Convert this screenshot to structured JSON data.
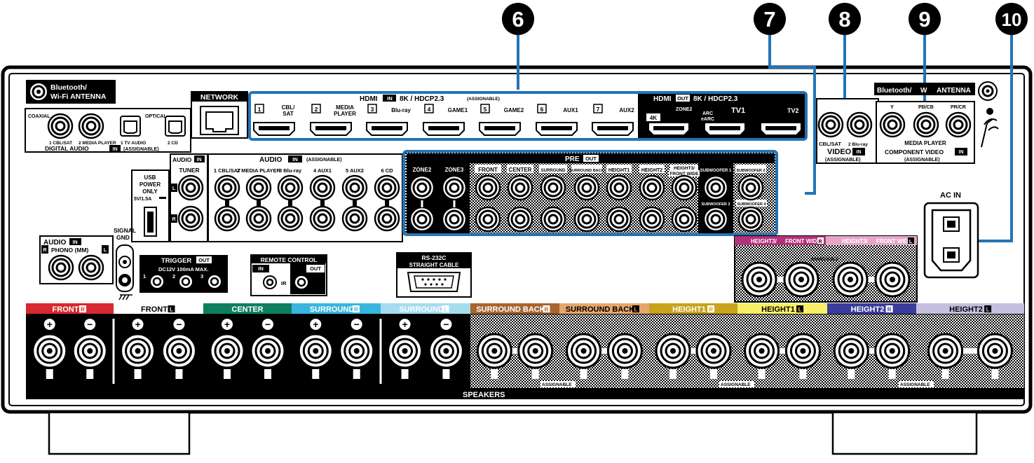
{
  "callouts": {
    "n6": "6",
    "n7": "7",
    "n8": "8",
    "n9": "9",
    "n10": "10"
  },
  "bt_antenna_left": {
    "l1": "Bluetooth/",
    "l2": "Wi-Fi ANTENNA"
  },
  "bt_antenna_right": {
    "a": "Bluetooth/",
    "b": "W",
    "c": "ANTENNA"
  },
  "digital_audio": {
    "coaxial": "COAXIAL",
    "optical": "OPTICAL",
    "labels": [
      "1 CBL/SAT",
      "2 MEDIA PLAYER",
      "1 TV AUDIO",
      "2 CD"
    ],
    "title": "DIGITAL AUDIO",
    "in": "IN",
    "assignable": "(ASSIGNABLE)"
  },
  "network": {
    "label": "NETWORK"
  },
  "hdmi_in": {
    "title": "HDMI",
    "in": "IN",
    "spec": "8K / HDCP2.3",
    "assignable": "(ASSIGNABLE)",
    "ports": [
      {
        "num": "1",
        "l1": "CBL/",
        "l2": "SAT"
      },
      {
        "num": "2",
        "l1": "MEDIA",
        "l2": "PLAYER"
      },
      {
        "num": "3",
        "l1": "Blu-ray",
        "l2": ""
      },
      {
        "num": "4",
        "l1": "GAME1",
        "l2": ""
      },
      {
        "num": "5",
        "l1": "GAME2",
        "l2": ""
      },
      {
        "num": "6",
        "l1": "AUX1",
        "l2": ""
      },
      {
        "num": "7",
        "l1": "AUX2",
        "l2": ""
      }
    ]
  },
  "hdmi_out": {
    "title": "HDMI",
    "out": "OUT",
    "spec": "8K / HDCP2.3",
    "k4": "4K",
    "zone2": "ZONE2",
    "arc": "ARC",
    "earc": "eARC",
    "tv1": "TV1",
    "tv2": "TV2"
  },
  "video_in": {
    "l1": "CBL/SAT",
    "l2": "2 Blu-ray",
    "title": "VIDEO",
    "in": "IN",
    "assignable": "(ASSIGNABLE)"
  },
  "component": {
    "y": "Y",
    "pb": "PB/CB",
    "pr": "PR/CR",
    "player": "MEDIA PLAYER",
    "title": "COMPONENT VIDEO",
    "in": "IN",
    "assignable": "(ASSIGNABLE)"
  },
  "ac_in": {
    "label": "AC IN"
  },
  "usb": {
    "l1": "USB",
    "l2": "POWER",
    "l3": "ONLY",
    "l4": "5V/1.5A"
  },
  "audio_tuner": {
    "audio": "AUDIO",
    "in": "IN",
    "tuner": "TUNER",
    "l": "L",
    "r": "R"
  },
  "audio_in": {
    "title": "AUDIO",
    "in": "IN",
    "assignable": "(ASSIGNABLE)",
    "labels": [
      "1 CBL/SAT",
      "2 MEDIA PLAYER",
      "3 Blu-ray",
      "4 AUX1",
      "5 AUX2",
      "6 CD"
    ]
  },
  "pre_out": {
    "title": "PRE",
    "out": "OUT",
    "labels": [
      "ZONE2",
      "ZONE3",
      "FRONT",
      "CENTER",
      "SURROUND",
      "SURROUND BACK",
      "HEIGHT1",
      "HEIGHT2",
      "HEIGHT3/",
      "FRONT WIDE",
      "SUBWOOFER 1",
      "SUBWOOFER 2",
      "SUBWOOFER 3",
      "SUBWOOFER 4"
    ]
  },
  "phono": {
    "audio": "AUDIO",
    "in": "IN",
    "phono": "PHONO (MM)",
    "r": "R",
    "l": "L"
  },
  "signal_gnd": {
    "l1": "SIGNAL",
    "l2": "GND"
  },
  "trigger": {
    "title": "TRIGGER",
    "out": "OUT",
    "spec": "DC12V 100mA MAX.",
    "n1": "1",
    "n2": "2",
    "n3": "3"
  },
  "remote": {
    "title": "REMOTE CONTROL",
    "in": "IN",
    "out": "OUT",
    "ir": "IR"
  },
  "rs232c": {
    "l1": "RS-232C",
    "l2": "STRAIGHT CABLE"
  },
  "height3_labels": {
    "a": "HEIGHT3/",
    "b": "FRONT WIDE",
    "r": "R",
    "c": "HEIGHT3/",
    "d": "FRONT WIDE",
    "l": "L",
    "assign": "ASSIGNABLE"
  },
  "speakers": {
    "title": "SPEAKERS",
    "assignable": "ASSIGNABLE",
    "plus": "+",
    "minus": "−",
    "groups": [
      {
        "name": "FRONT",
        "ch": "R",
        "color": "#d9282f",
        "text": "#ffffff"
      },
      {
        "name": "FRONT",
        "ch": "L",
        "color": "#ffffff",
        "text": "#000000"
      },
      {
        "name": "CENTER",
        "ch": "",
        "color": "#0d7f5f",
        "text": "#ffffff"
      },
      {
        "name": "SURROUND",
        "ch": "R",
        "color": "#38b6e0",
        "text": "#ffffff"
      },
      {
        "name": "SURROUND",
        "ch": "L",
        "color": "#a6dcef",
        "text": "#ffffff"
      },
      {
        "name": "SURROUND BACK",
        "ch": "R",
        "color": "#a8652f",
        "text": "#ffffff"
      },
      {
        "name": "SURROUND BACK",
        "ch": "L",
        "color": "#e5a66a",
        "text": "#000000"
      },
      {
        "name": "HEIGHT1",
        "ch": "R",
        "color": "#c9a21e",
        "text": "#ffffff"
      },
      {
        "name": "HEIGHT1",
        "ch": "L",
        "color": "#f7ef66",
        "text": "#000000"
      },
      {
        "name": "HEIGHT2",
        "ch": "R",
        "color": "#3a3d9c",
        "text": "#ffffff"
      },
      {
        "name": "HEIGHT2",
        "ch": "L",
        "color": "#c5bede",
        "text": "#000000"
      }
    ]
  },
  "colors": {
    "callout_line": "#2474b5",
    "panel": "#000000",
    "height3_r": "#b2337a",
    "height3_l": "#e6a6c9"
  }
}
